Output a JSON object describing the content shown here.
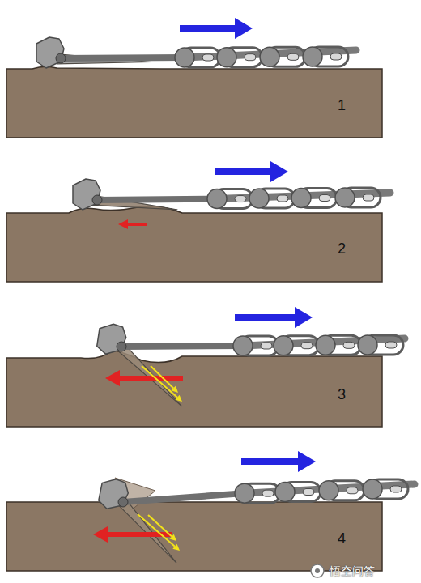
{
  "diagram": {
    "labels": [
      "1",
      "2",
      "3",
      "4",
      "悟空问答"
    ]
  }
}
